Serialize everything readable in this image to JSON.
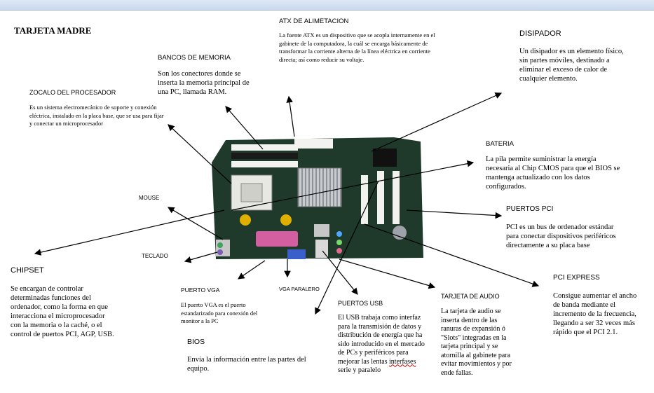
{
  "title": "TARJETA MADRE",
  "topbar_text": "",
  "labels": {
    "atx": {
      "heading": "ATX DE ALIMETACION",
      "text": "La fuente ATX es un dispositivo que se acopla internamente en el gabinete de la computadora, la cuál se encarga básicamente de transformar la corriente alterna de la línea eléctrica en corriente directa; así como reducir su voltaje."
    },
    "disipador": {
      "heading": "DISIPADOR",
      "text": "Un disipador es un elemento físico, sin partes móviles, destinado a eliminar el exceso de calor de cualquier elemento."
    },
    "bancos": {
      "heading": "BANCOS DE MEMORIA",
      "text": "Son los conectores donde se inserta la memoria principal de una PC, llamada RAM."
    },
    "zocalo": {
      "heading": "ZOCALO DEL PROCESADOR",
      "text": "Es un sistema electromecánico de soporte y conexión eléctrica, instalado en la placa base, que se usa para fijar y conectar un microprocesador"
    },
    "bateria": {
      "heading": "BATERIA",
      "text": "La pila permite suministrar la energía necesaria al Chip CMOS para que el BIOS se mantenga actualizado con los datos configurados."
    },
    "mouse": {
      "heading": "MOUSE"
    },
    "puertos_pci": {
      "heading": "PUERTOS PCI",
      "text": "PCI es un bus de ordenador estándar para conectar dispositivos periféricos directamente a su placa base"
    },
    "teclado": {
      "heading": "TECLADO"
    },
    "chipset": {
      "heading": "CHIPSET",
      "text": "Se encargan de controlar determinadas funciones del ordenador, como la forma en que interacciona el microprocesador con la memoria o la caché, o el control de puertos PCI, AGP, USB."
    },
    "pci_express": {
      "heading": "PCI EXPRESS",
      "text": "Consigue aumentar el ancho de banda mediante el incremento de la frecuencia, llegando a ser 32 veces más rápido que el PCI 2.1."
    },
    "vga": {
      "heading": "PUERTO VGA",
      "text": "El puerto VGA es el puerto estandarizado para conexión del monitor a la PC"
    },
    "vga_paralelo": {
      "heading": "VGA PARALERO"
    },
    "usb": {
      "heading": "PUERTOS USB",
      "text_a": "El USB trabaja como interfaz para la transmisión de datos y distribución de energía que ha sido introducido en el mercado de PCs y periféricos para mejorar las lentas ",
      "text_b": "interfases",
      "text_c": " serie y paralelo"
    },
    "audio": {
      "heading": "TARJETA DE AUDIO",
      "text": "La tarjeta de audio se inserta dentro de las ranuras de expansión ó \"Slots\" integradas en la tarjeta principal y se atornilla al gabinete para evitar movimientos y por ende fallas."
    },
    "bios": {
      "heading": "BIOS",
      "text": "Envía la información entre las partes del equipo."
    }
  },
  "colors": {
    "board": "#1f3a2b",
    "board_dark": "#14261c",
    "slot_white": "#f2f2ee",
    "slot_black": "#1a1a1a",
    "heatsink": "#b9bcbf",
    "capacitor": "#e0b000",
    "parallel": "#d35fa0",
    "vga_port": "#3a5fc8",
    "ps2_green": "#3fa35b",
    "ps2_purple": "#7b5fb0",
    "audio_pink": "#e06a8f"
  }
}
